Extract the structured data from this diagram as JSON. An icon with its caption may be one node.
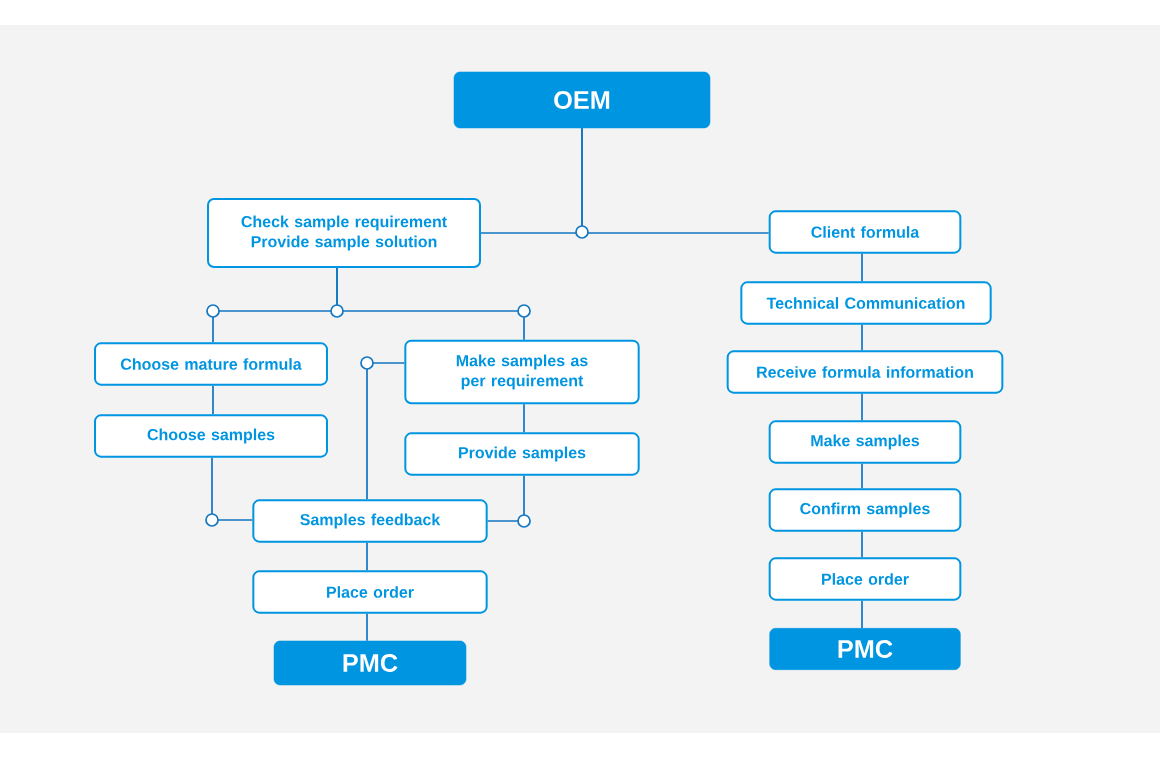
{
  "diagram": {
    "nodes": [
      {
        "text": [
          "OEM"
        ]
      },
      {
        "text": [
          "Check sample requirement",
          "Provide sample solution"
        ]
      },
      {
        "text": [
          "Client formula"
        ]
      },
      {
        "text": [
          "Choose mature formula"
        ]
      },
      {
        "text": [
          "Make samples as per requirement"
        ]
      },
      {
        "text": [
          "Technical Communication"
        ]
      },
      {
        "text": [
          "Choose samples"
        ]
      },
      {
        "text": [
          "Provide samples"
        ]
      },
      {
        "text": [
          "Receive formula information"
        ]
      },
      {
        "text": [
          "Make samples"
        ]
      },
      {
        "text": [
          "Samples feedback"
        ]
      },
      {
        "text": [
          "Confirm samples"
        ]
      },
      {
        "text": [
          "Place order"
        ]
      },
      {
        "text": [
          "Place order"
        ]
      },
      {
        "text": [
          "PMC"
        ]
      },
      {
        "text": [
          "PMC"
        ]
      }
    ],
    "edges": [
      {
        "from": 0,
        "to": 1,
        "arrow": "none"
      },
      {
        "from": 0,
        "to": 2,
        "arrow": "none"
      },
      {
        "from": 1,
        "to": 3,
        "arrow": "none"
      },
      {
        "from": 1,
        "to": 4,
        "arrow": "none"
      },
      {
        "from": 3,
        "to": 6,
        "arrow": "none"
      },
      {
        "from": 4,
        "to": 7,
        "arrow": "none"
      },
      {
        "from": 6,
        "to": 10,
        "arrow": "none"
      },
      {
        "from": 7,
        "to": 10,
        "arrow": "none"
      },
      {
        "from": 4,
        "to": 10,
        "arrow": "none"
      },
      {
        "from": 10,
        "to": 12,
        "arrow": "none"
      },
      {
        "from": 12,
        "to": 14,
        "arrow": "none"
      },
      {
        "from": 2,
        "to": 5,
        "arrow": "none"
      },
      {
        "from": 5,
        "to": 8,
        "arrow": "none"
      },
      {
        "from": 8,
        "to": 9,
        "arrow": "none"
      },
      {
        "from": 9,
        "to": 11,
        "arrow": "none"
      },
      {
        "from": 11,
        "to": 13,
        "arrow": "none"
      },
      {
        "from": 13,
        "to": 15,
        "arrow": "none"
      }
    ]
  }
}
